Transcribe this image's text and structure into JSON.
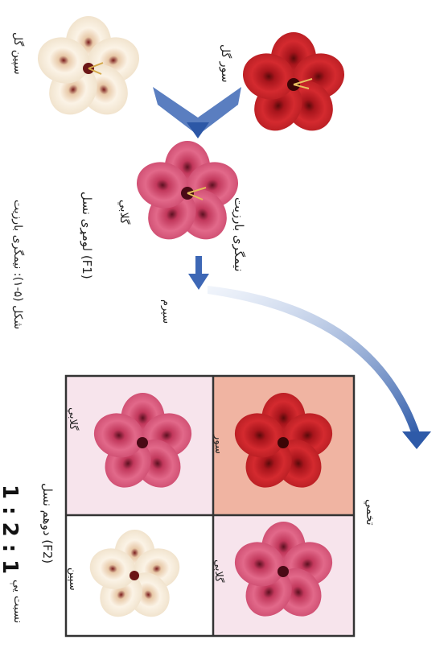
{
  "labels": {
    "incomplete_dominance_top": "نیمگری بارزیت",
    "red_flower": "سور گل",
    "white_flower": "سپین گل",
    "pink_f1": "گلابي",
    "first_generation": "لومړی نسل (F1)",
    "second_arrow": "سپرم",
    "figure_caption": "شکل (۵-۱): نیمگری بارزیت",
    "self_pollination": "تخمي",
    "cell_red": "سور",
    "cell_pink_top": "گلابي",
    "cell_pink_left": "گلابي",
    "cell_white": "سپین",
    "second_generation": "دوهم نسل (F2)",
    "ratio_label": "نسبت يې",
    "ratio_value": "1 : 2 : 1"
  },
  "colors": {
    "red": "#c8242a",
    "pink": "#d9587a",
    "white": "#f6ecdc",
    "arrow": "#3d67b5",
    "cell_red_bg": "#f0b4a2",
    "cell_pink_bg": "#f7e4ec"
  }
}
